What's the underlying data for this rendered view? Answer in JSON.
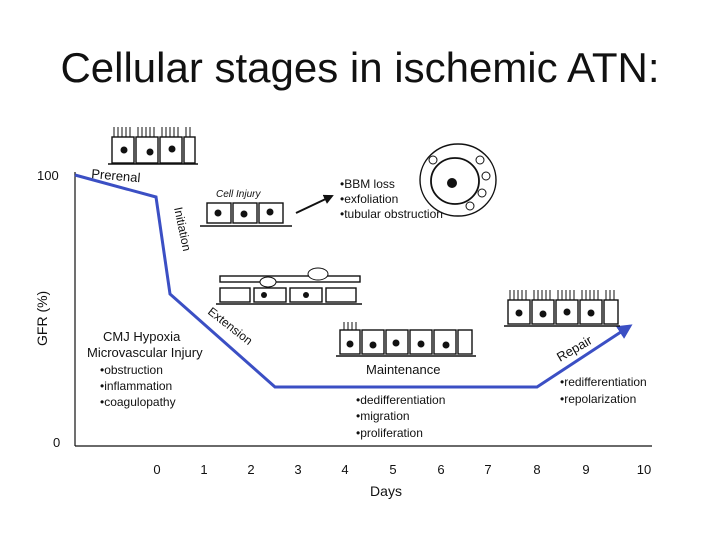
{
  "slide": {
    "title": "Cellular stages in ischemic ATN:"
  },
  "chart": {
    "ylabel": "GFR (%)",
    "xlabel": "Days",
    "y_ticks": [
      "100",
      "0"
    ],
    "x_ticks": [
      "0",
      "1",
      "2",
      "3",
      "4",
      "5",
      "6",
      "7",
      "8",
      "9",
      "10"
    ],
    "phases": {
      "prerenal": "Prerenal",
      "initiation": "Initiation",
      "extension": "Extension",
      "maintenance": "Maintenance",
      "repair": "Repair"
    },
    "cell_injury_label": "Cell Injury",
    "injury_list": [
      "•BBM loss",
      "•exfoliation",
      "•tubular obstruction"
    ],
    "cmj_title": "CMJ Hypoxia",
    "cmj_subtitle": "Microvascular Injury",
    "cmj_list": [
      "•obstruction",
      "•inflammation",
      "•coagulopathy"
    ],
    "maintenance_list": [
      "•dedifferentiation",
      "•migration",
      "•proliferation"
    ],
    "repair_list": [
      "•redifferentiation",
      "•repolarization"
    ]
  },
  "colors": {
    "curve": "#3b4fc4",
    "axis": "#111111"
  }
}
